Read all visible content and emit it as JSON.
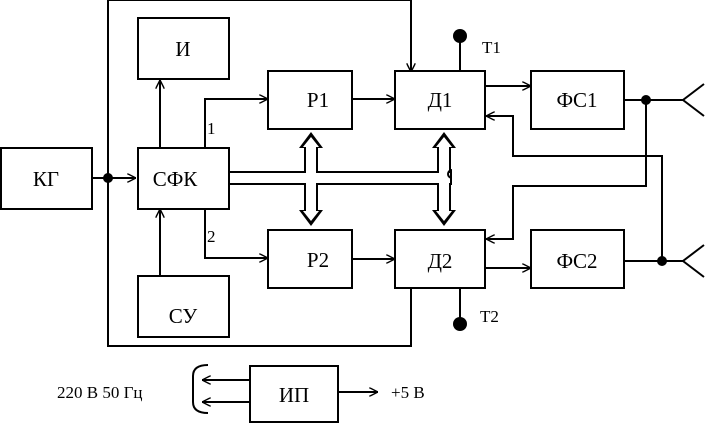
{
  "blocks": {
    "kg": "КГ",
    "i": "И",
    "sfk": "СФК",
    "su": "СУ",
    "r1": "Р1",
    "r2": "Р2",
    "d1": "Д1",
    "d2": "Д2",
    "fs1": "ФС1",
    "fs2": "ФС2",
    "ip": "ИП"
  },
  "terminals": {
    "t1": "Т1",
    "t2": "Т2"
  },
  "channels": {
    "ch1": "1",
    "ch2": "2"
  },
  "power": {
    "mains": "220 В 50 Гц",
    "output": "+5 В"
  }
}
